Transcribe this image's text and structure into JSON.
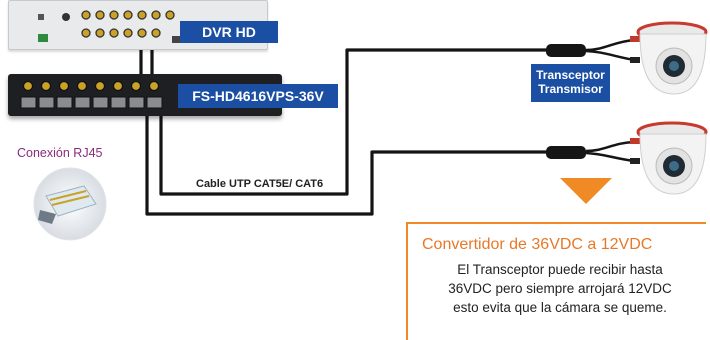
{
  "labels": {
    "dvr": "DVR HD",
    "switch": "FS-HD4616VPS-36V",
    "transceiver": [
      "Transceptor",
      "Transmisor"
    ],
    "rj45": "Conexión RJ45",
    "cable": "Cable UTP CAT5E/ CAT6"
  },
  "converter": {
    "title": "Convertidor de 36VDC a 12VDC",
    "lines": [
      "El Transceptor puede recibir hasta",
      "36VDC pero siempre arrojará 12VDC",
      "esto evita que la cámara se queme."
    ]
  },
  "colors": {
    "label_blue": "#1a4fa3",
    "accent_orange": "#f08a24",
    "rj45_text": "#8b2c7a",
    "cable": "#1a1a1a"
  }
}
